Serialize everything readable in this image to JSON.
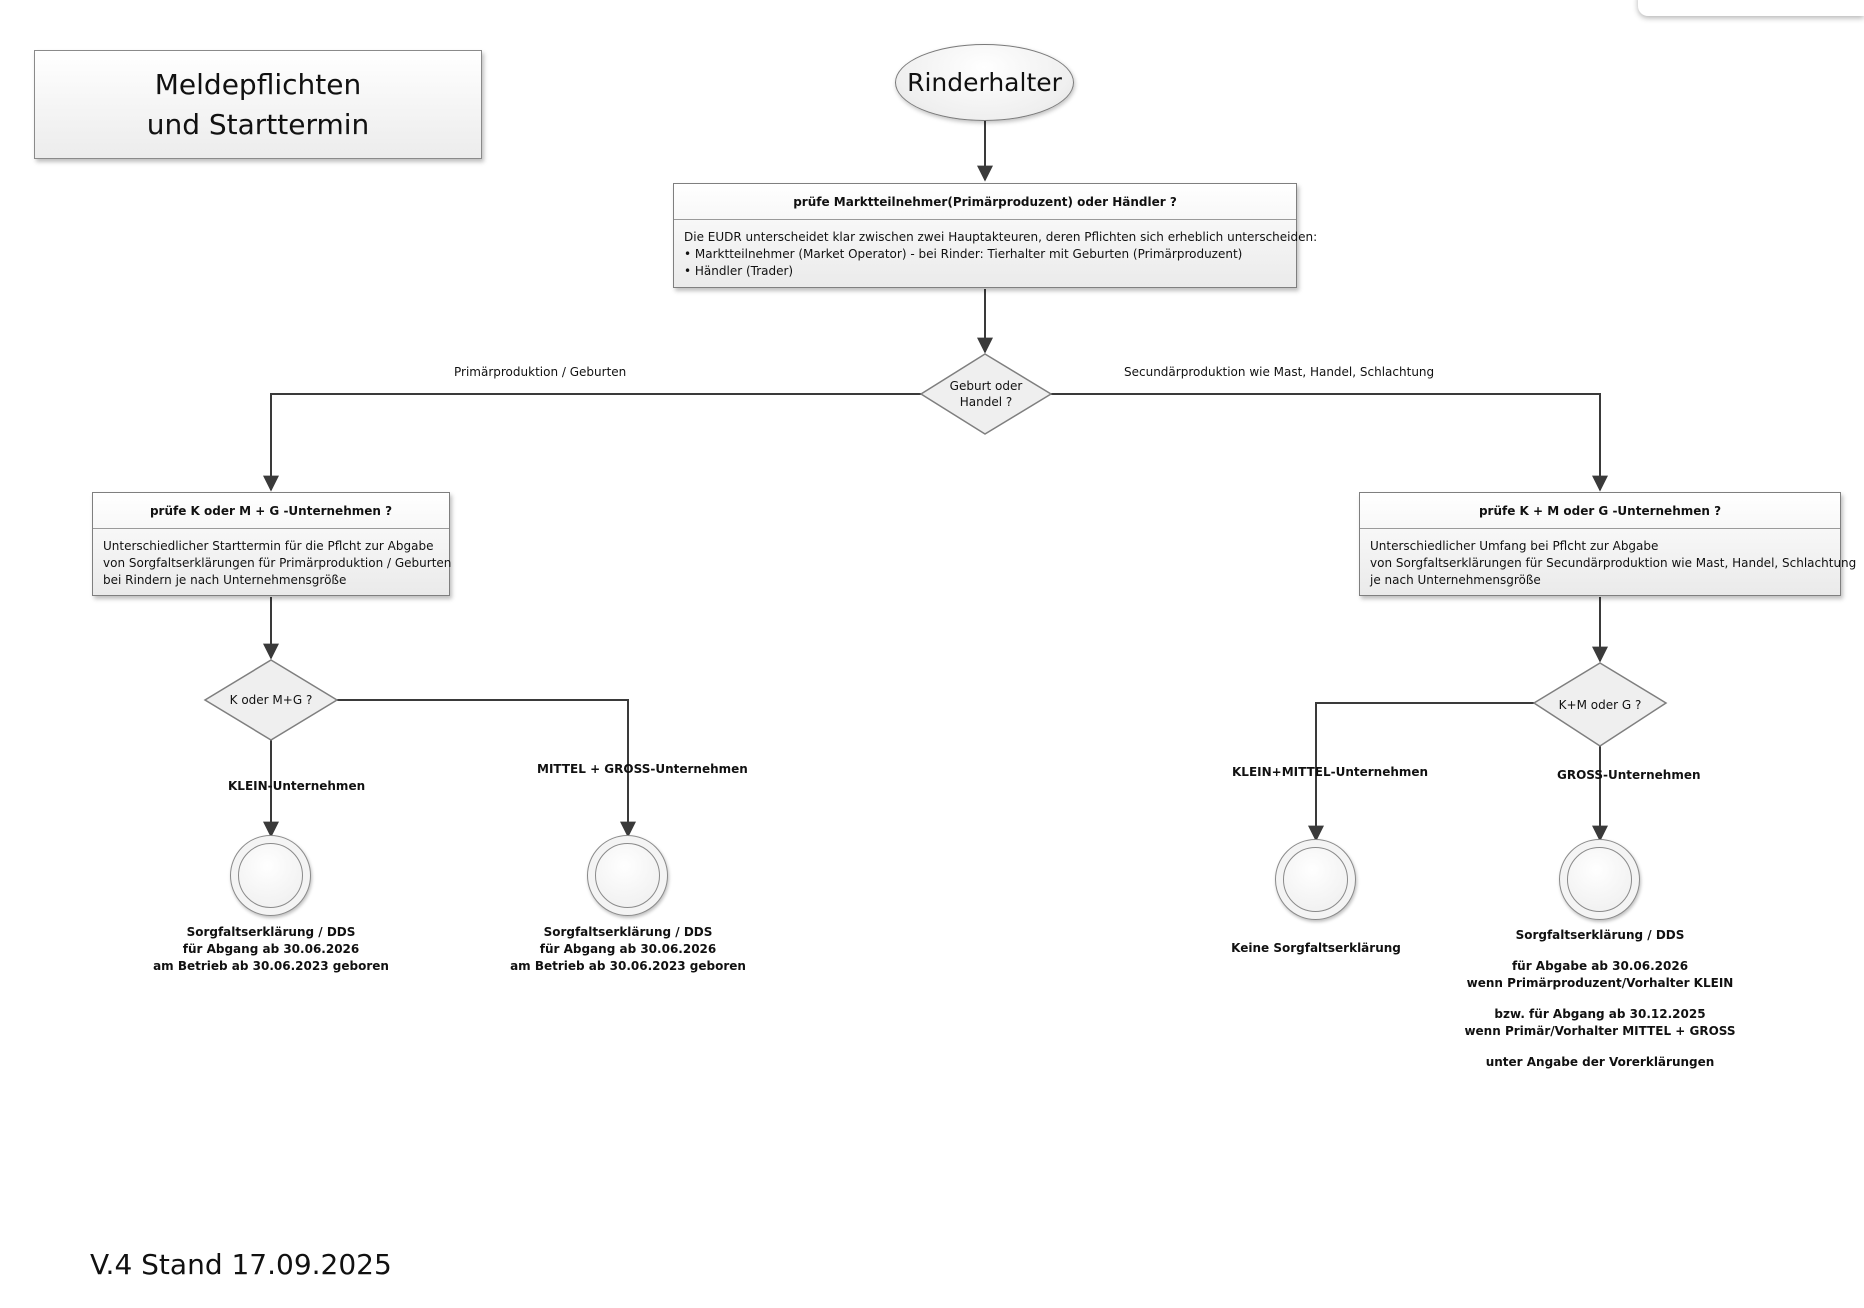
{
  "title": {
    "line1": "Meldepflichten",
    "line2": "und Starttermin"
  },
  "start": {
    "label": "Rinderhalter"
  },
  "check_role": {
    "header": "prüfe Marktteilnehmer(Primärproduzent) oder Händler ?",
    "lines": [
      "Die EUDR unterscheidet klar zwischen zwei Hauptakteuren, deren Pflichten sich erheblich unterscheiden:",
      "• Marktteilnehmer (Market Operator) - bei Rinder: Tierhalter mit Geburten (Primärproduzent)",
      "• Händler (Trader)"
    ]
  },
  "decision_main": {
    "line1": "Geburt oder",
    "line2": "Handel ?"
  },
  "edge_primary": "Primärproduktion / Geburten",
  "edge_secondary": "Secundärproduktion wie Mast, Handel, Schlachtung",
  "check_left": {
    "header": "prüfe K oder M + G -Unternehmen ?",
    "lines": [
      "Unterschiedlicher Starttermin für die Pflcht zur Abgabe",
      "von Sorgfaltserklärungen für Primärproduktion / Geburten",
      "bei Rindern je nach Unternehmensgröße"
    ]
  },
  "check_right": {
    "header": "prüfe K + M oder G -Unternehmen ?",
    "lines": [
      "Unterschiedlicher Umfang bei Pflcht zur Abgabe",
      "von Sorgfaltserklärungen für Secundärproduktion wie Mast, Handel, Schlachtung",
      "je nach Unternehmensgröße"
    ]
  },
  "decision_left": {
    "label": "K oder M+G ?"
  },
  "decision_right": {
    "label": "K+M oder G ?"
  },
  "edge_left_small": "KLEIN-Unternehmen",
  "edge_left_midlarge": "MITTEL + GROSS-Unternehmen",
  "edge_right_smallmid": "KLEIN+MITTEL-Unternehmen",
  "edge_right_large": "GROSS-Unternehmen",
  "end_left_small": [
    "Sorgfaltserklärung / DDS",
    "für Abgang ab 30.06.2026",
    "am Betrieb ab 30.06.2023 geboren"
  ],
  "end_left_midlarge": [
    "Sorgfaltserklärung / DDS",
    "für Abgang ab 30.06.2026",
    "am Betrieb ab 30.06.2023 geboren"
  ],
  "end_right_smallmid": [
    "Keine Sorgfaltserklärung"
  ],
  "end_right_large": {
    "line1": "Sorgfaltserklärung / DDS",
    "line2": "für Abgabe ab 30.06.2026",
    "line3": "wenn Primärproduzent/Vorhalter KLEIN",
    "line4": "bzw. für Abgang ab 30.12.2025",
    "line5": "wenn Primär/Vorhalter MITTEL + GROSS",
    "line6": "unter Angabe der Vorerklärungen"
  },
  "version": "V.4 Stand 17.09.2025",
  "colors": {
    "line": "#3a3a3a",
    "border": "#7f7f7f",
    "fill": "#efefef"
  }
}
